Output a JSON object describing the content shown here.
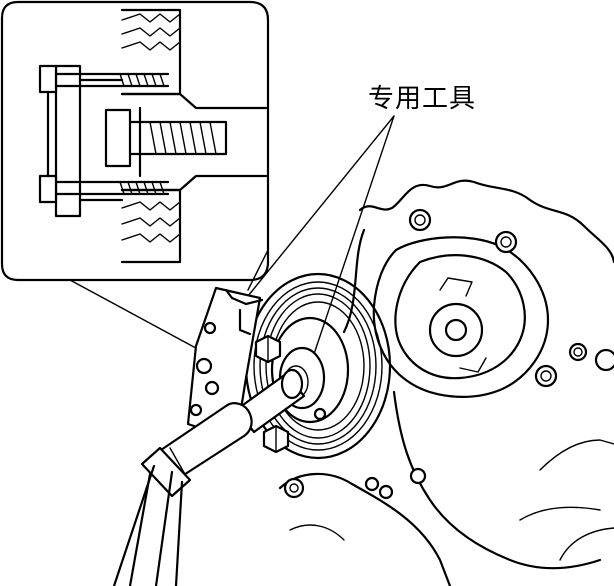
{
  "callout": {
    "label": "专用工具"
  },
  "figure": {
    "parts": [
      "inset-detail-view",
      "crankshaft-pulley",
      "special-tool-holder",
      "socket-wrench",
      "water-pump",
      "engine-block-front"
    ]
  }
}
